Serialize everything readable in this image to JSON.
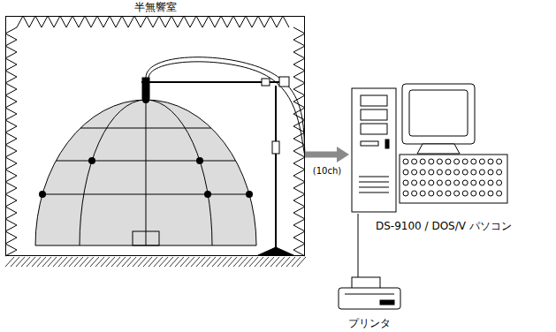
{
  "diagram": {
    "nodes": [
      {
        "text": [
          "半無響室"
        ]
      },
      {
        "text": [
          "DS-9100 / DOS/V パソコン"
        ]
      },
      {
        "text": [
          "プリンタ"
        ]
      }
    ],
    "edges": [
      {
        "from": 0,
        "to": 1,
        "arrow": "to",
        "label": "(10ch)"
      },
      {
        "from": 1,
        "to": 2,
        "arrow": "none"
      }
    ]
  }
}
